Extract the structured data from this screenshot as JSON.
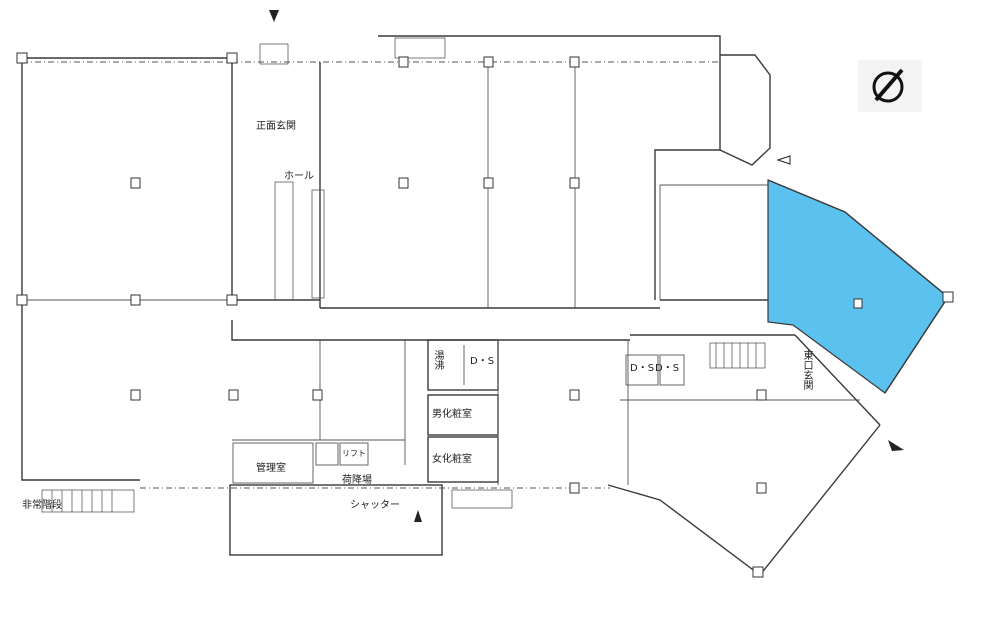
{
  "highlight_color": "#5bc2f0",
  "compass": {
    "icon": "no-symbol-icon"
  },
  "labels": {
    "front_entrance": "正面玄関",
    "hall": "ホール",
    "hot_water": "湯沸",
    "ds1": "D・S",
    "ds2": "D・S",
    "ds3": "D・S",
    "mens_powder_room": "男化粧室",
    "womens_powder_room": "女化粧室",
    "management_office": "管理室",
    "lift": "リフト",
    "loading_area": "荷降場",
    "shutter": "シャッター",
    "emergency_stairs": "非常階段",
    "east_entrance": "東口玄関"
  }
}
